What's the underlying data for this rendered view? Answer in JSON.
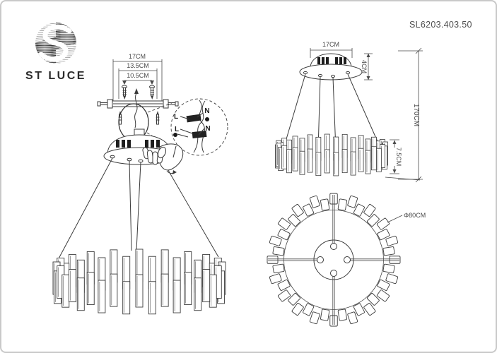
{
  "brand": "ST LUCE",
  "model_number": "SL6203.403.50",
  "front_view": {
    "bracket_width": "17CM",
    "bracket_mid_width": "13.5CM",
    "bracket_inner_width": "10.5CM",
    "wiring_labels": {
      "live_top": "L",
      "neutral_top": "N",
      "live_bottom": "L",
      "neutral_bottom": "N"
    }
  },
  "side_view": {
    "canopy_width": "17CM",
    "canopy_height": "4CM",
    "suspension_height": "170CM",
    "shade_height": "7.5CM"
  },
  "top_view": {
    "diameter": "Φ80CM"
  },
  "colors": {
    "line": "#3a3a3a",
    "text": "#4a4a4a",
    "border": "#c9c9c9",
    "background": "#ffffff"
  }
}
